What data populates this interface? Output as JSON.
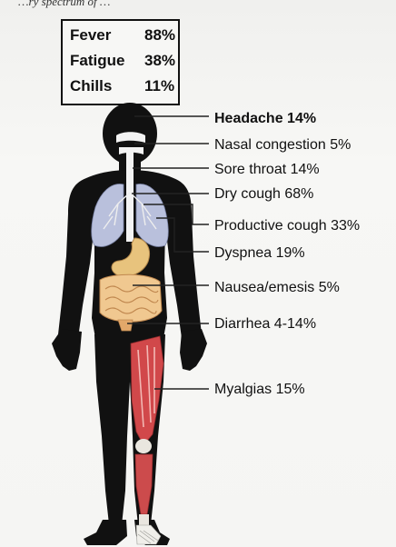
{
  "caption": "…ry spectrum of …",
  "systemic_symptoms": [
    {
      "name": "Fever",
      "value": "88%"
    },
    {
      "name": "Fatigue",
      "value": "38%"
    },
    {
      "name": "Chills",
      "value": "11%"
    }
  ],
  "labels": {
    "headache": "Headache 14%",
    "nasal": "Nasal congestion 5%",
    "sore_throat": "Sore throat 14%",
    "dry_cough": "Dry cough 68%",
    "productive_cough": "Productive cough 33%",
    "dyspnea": "Dyspnea 19%",
    "nausea": "Nausea/emesis 5%",
    "diarrhea": "Diarrhea 4-14%",
    "myalgias": "Myalgias 15%"
  },
  "colors": {
    "body": "#111111",
    "lungs": "#b9c0dc",
    "stomach": "#e8c37d",
    "intestine": "#f0c890",
    "muscle": "#d1484a",
    "airway": "#f5f5f5",
    "leader_line": "#222222"
  }
}
